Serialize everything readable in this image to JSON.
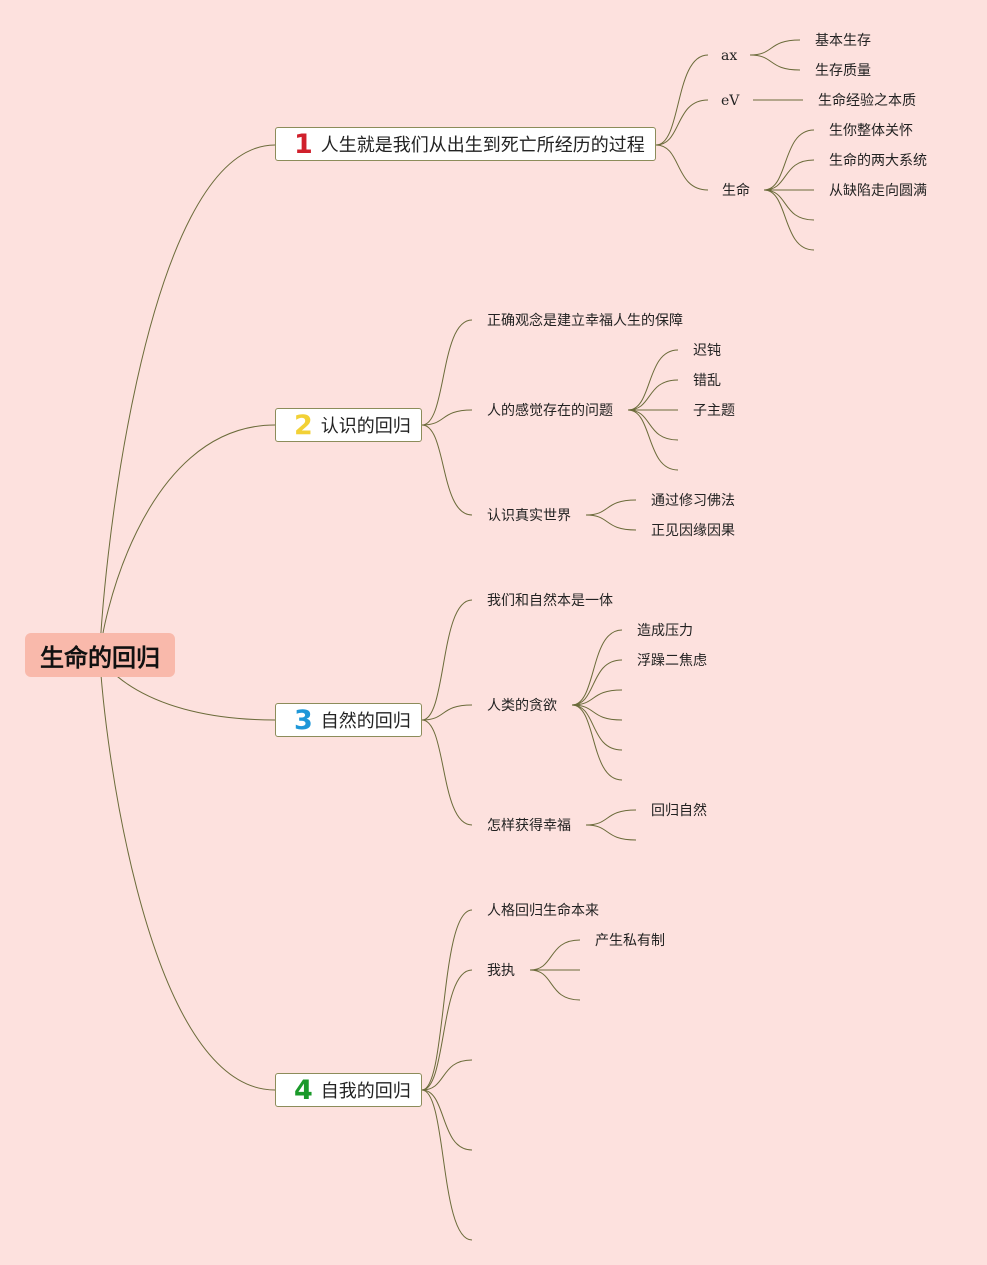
{
  "root": {
    "label": "生命的回归"
  },
  "branches": [
    {
      "badge": "1",
      "badge_color": "#d0202c",
      "label": "人生就是我们从出生到死亡所经历的过程"
    },
    {
      "badge": "2",
      "badge_color": "#f2d136",
      "label": "认识的回归"
    },
    {
      "badge": "3",
      "badge_color": "#1e97d8",
      "label": "自然的回归"
    },
    {
      "badge": "4",
      "badge_color": "#1a9a2a",
      "label": "自我的回归"
    }
  ],
  "b1": {
    "ax": "ax",
    "ax_children": [
      "基本生存",
      "生存质量"
    ],
    "ev": "eV",
    "ev_children": [
      "生命经验之本质"
    ],
    "life": "生命",
    "life_children": [
      "生你整体关怀",
      "生命的两大系统",
      "从缺陷走向圆满"
    ]
  },
  "b2": {
    "c1": "正确观念是建立幸福人生的保障",
    "c2": "人的感觉存在的问题",
    "c2_children": [
      "迟钝",
      "错乱",
      "子主题"
    ],
    "c3": "认识真实世界",
    "c3_children": [
      "通过修习佛法",
      "正见因缘因果"
    ]
  },
  "b3": {
    "c1": "我们和自然本是一体",
    "c2": "人类的贪欲",
    "c2_children": [
      "造成压力",
      "浮躁二焦虑"
    ],
    "c3": "怎样获得幸福",
    "c3_children": [
      "回归自然"
    ]
  },
  "b4": {
    "c1": "人格回归生命本来",
    "c2": "我执",
    "c2_children": [
      "产生私有制"
    ]
  },
  "colors": {
    "background": "#fde1de",
    "root_fill": "#f9b9ab",
    "line": "#6b6b3a"
  }
}
